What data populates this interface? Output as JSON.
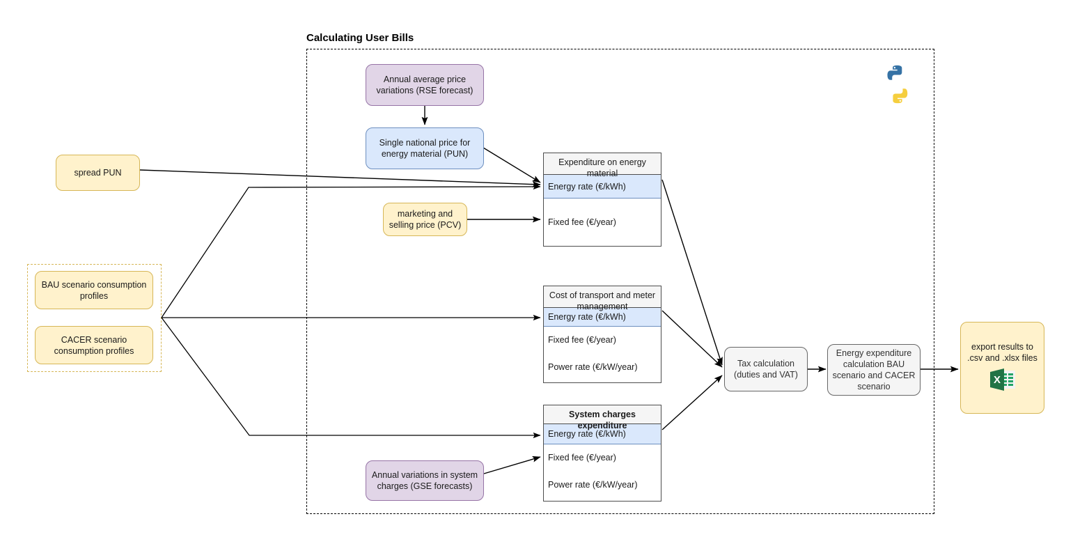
{
  "diagram": {
    "title": "Calculating User Bills",
    "colors": {
      "yellow_fill": "#fff2cc",
      "yellow_stroke": "#d6b656",
      "purple_fill": "#e1d5e7",
      "purple_stroke": "#9673a6",
      "blue_fill": "#dae8fc",
      "blue_stroke": "#6c8ebf",
      "grey_fill": "#f5f5f5",
      "grey_stroke": "#666666",
      "edge": "#000000"
    },
    "inputs": {
      "spread_pun": "spread PUN",
      "bau_profiles": "BAU scenario consumption profiles",
      "cacer_profiles": "CACER scenario consumption profiles"
    },
    "forecasts": {
      "rse": "Annual average price variations (RSE forecast)",
      "gse": "Annual variations in system charges (GSE forecasts)"
    },
    "prices": {
      "pun": "Single national price for energy material (PUN)",
      "pcv": "marketing and selling price (PCV)"
    },
    "tables": [
      {
        "id": "energy-material",
        "header": "Expenditure on energy material",
        "header_bold": false,
        "rows": [
          {
            "label": "Energy rate (€/kWh)",
            "highlight": true
          },
          {
            "label": "Fixed fee (€/year)",
            "highlight": false
          }
        ]
      },
      {
        "id": "transport-meter",
        "header": "Cost of transport and meter management",
        "header_bold": false,
        "rows": [
          {
            "label": "Energy rate (€/kWh)",
            "highlight": true
          },
          {
            "label": "Fixed fee (€/year)",
            "highlight": false
          },
          {
            "label": "Power rate (€/kW/year)",
            "highlight": false
          }
        ]
      },
      {
        "id": "system-charges",
        "header": "System charges expenditure",
        "header_bold": true,
        "rows": [
          {
            "label": "Energy rate (€/kWh)",
            "highlight": true
          },
          {
            "label": "Fixed fee (€/year)",
            "highlight": false
          },
          {
            "label": "Power rate (€/kW/year)",
            "highlight": false
          }
        ]
      }
    ],
    "processing": {
      "tax": "Tax calculation (duties and VAT)",
      "expenditure": "Energy expenditure calculation BAU scenario and CACER scenario"
    },
    "output": {
      "export": "export results to .csv and .xlsx files",
      "icon": "excel-icon"
    },
    "badges": {
      "python": "python-logo"
    }
  }
}
